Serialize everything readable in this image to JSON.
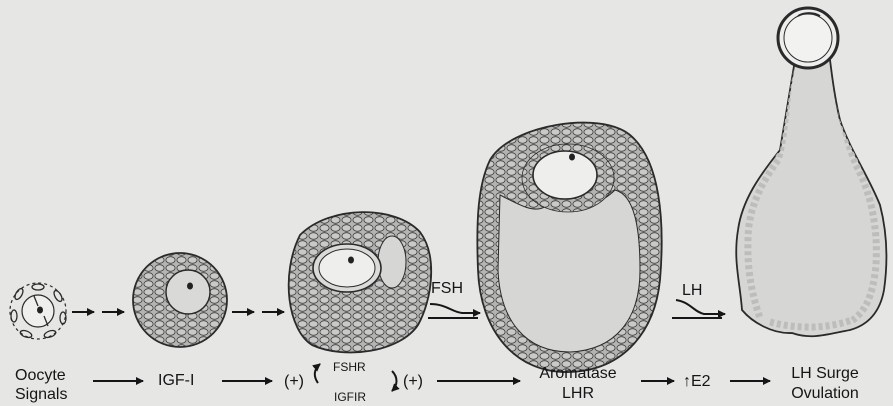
{
  "diagram": {
    "stage_labels": {
      "fsh": "FSH",
      "lh": "LH"
    },
    "pathway": {
      "oocyte": "Oocyte",
      "signals": "Signals",
      "igf1": "IGF-I",
      "plus_left": "(+)",
      "fshr": "FSHR",
      "igfir": "IGFIR",
      "plus_right": "(+)",
      "aromatase": "Aromatase",
      "lhr": "LHR",
      "e2": "↑E2",
      "lh_surge": "LH Surge",
      "ovulation": "Ovulation"
    },
    "colors": {
      "background": "#e6e6e4",
      "granulosa_fill": "#b4b4b2",
      "cell_outline": "#3a3a3a",
      "antrum_fill": "#d6d6d4",
      "oocyte_fill": "#f4f4f2",
      "ink": "#161616"
    },
    "icons": [
      "arrow-right-icon",
      "curved-arrow-icon"
    ]
  }
}
